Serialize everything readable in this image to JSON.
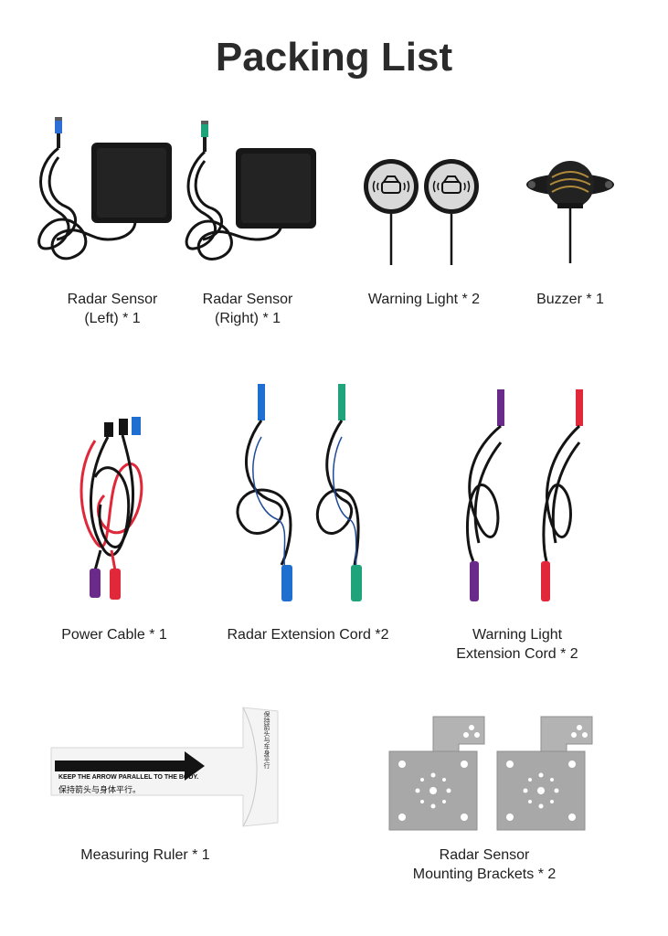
{
  "title": "Packing List",
  "items": [
    {
      "lines": [
        "Radar Sensor",
        "(Left) * 1"
      ]
    },
    {
      "lines": [
        "Radar Sensor",
        "(Right) * 1"
      ]
    },
    {
      "lines": [
        "Warning Light * 2"
      ]
    },
    {
      "lines": [
        "Buzzer * 1"
      ]
    },
    {
      "lines": [
        "Power Cable * 1"
      ]
    },
    {
      "lines": [
        "Radar Extension Cord *2"
      ]
    },
    {
      "lines": [
        "Warning Light",
        "Extension Cord * 2"
      ]
    },
    {
      "lines": [
        "Measuring Ruler * 1"
      ]
    },
    {
      "lines": [
        "Radar Sensor",
        "Mounting Brackets * 2"
      ]
    }
  ],
  "ruler": {
    "text_en": "KEEP THE ARROW PARALLEL TO THE BODY.",
    "text_cn": "保持箭头与身体平行。",
    "text_side": "保持箭头与车身平行"
  },
  "colors": {
    "cable": "#141414",
    "connector_blue": "#1f6fd1",
    "connector_green": "#1fa37a",
    "connector_red": "#e0283a",
    "connector_purple": "#6a2a8a",
    "bracket": "#a8a8a8"
  }
}
